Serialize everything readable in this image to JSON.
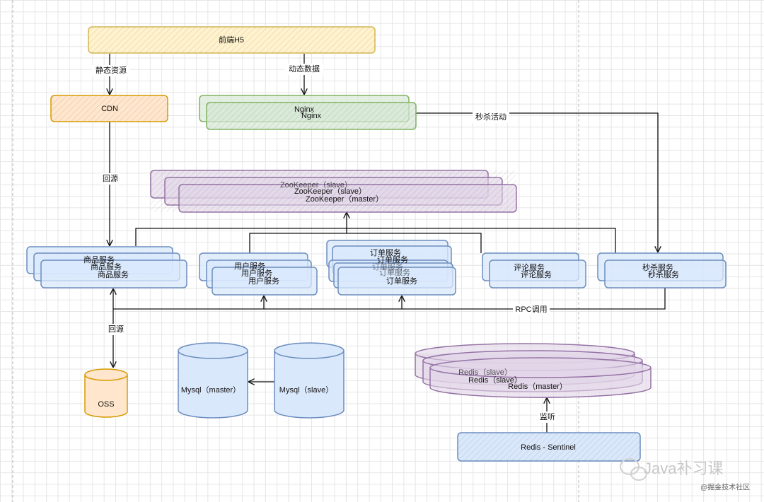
{
  "colors": {
    "yellow": "#d6b656",
    "orange": "#d79b00",
    "green": "#82b366",
    "purple": "#9673a6",
    "blue": "#6c8ebf"
  },
  "nodes": {
    "frontend": "前端H5",
    "cdn": "CDN",
    "nginx": [
      "Nginx",
      "Nginx"
    ],
    "zookeeper": [
      "ZooKeeper（slave）",
      "ZooKeeper（slave）",
      "ZooKeeper（master）"
    ],
    "product": [
      "商品服务",
      "商品服务",
      "商品服务"
    ],
    "user": [
      "用户服务",
      "用户服务",
      "用户服务"
    ],
    "order": [
      "订单服务",
      "订单服务",
      "订单服务",
      "订单服务",
      "订单服务"
    ],
    "comment": [
      "评论服务",
      "评论服务"
    ],
    "seckill": [
      "秒杀服务",
      "秒杀服务"
    ],
    "oss": "OSS",
    "mysql_master": "Mysql（master）",
    "mysql_slave": "Mysql（slave）",
    "redis": [
      "Redis（slave）",
      "Redis（slave）",
      "Redis（master）"
    ],
    "sentinel": "Redis - Sentinel"
  },
  "edges": {
    "static": "静态资源",
    "dynamic": "动态数据",
    "seckill_activity": "秒杀活动",
    "origin_cdn": "回源",
    "rpc": "RPC调用",
    "origin_oss": "回源",
    "monitor": "监听"
  },
  "watermark": {
    "brand": "Java补习课",
    "source": "@掘金技术社区"
  }
}
